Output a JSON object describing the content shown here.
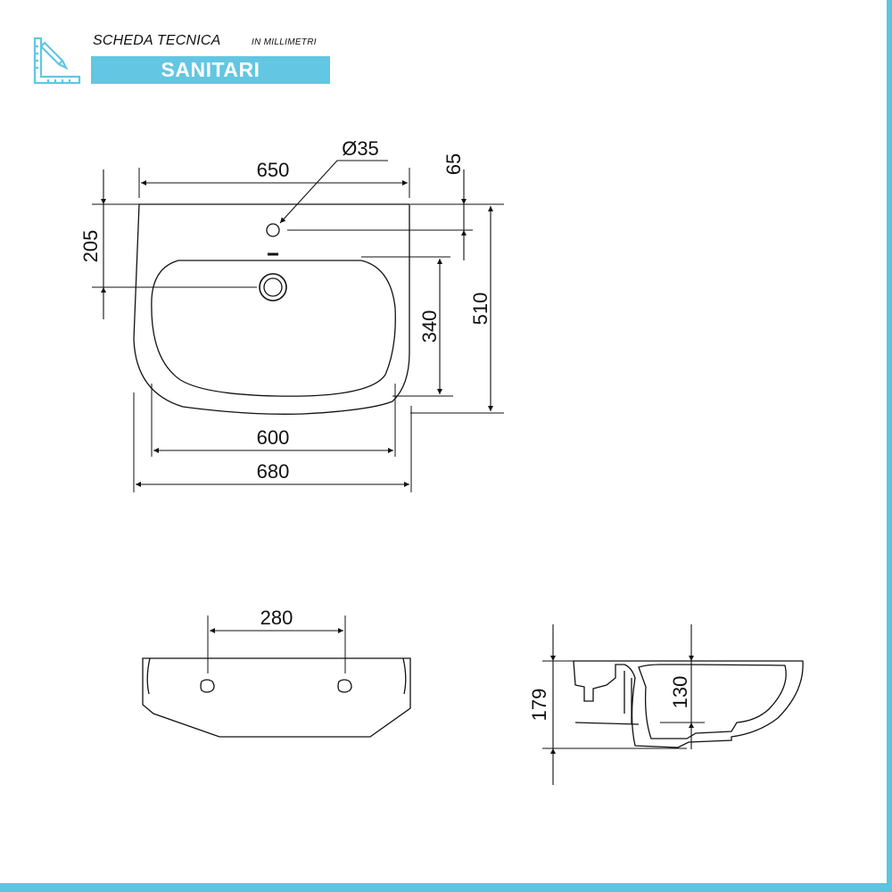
{
  "header": {
    "title": "SCHEDA TECNICA",
    "subtitle": "IN MILLIMETRI",
    "category": "SANITARI",
    "accent_color": "#63c6e2",
    "icon": "ruler-pencil-icon"
  },
  "dimensions": {
    "top_width": "650",
    "hole_diameter": "Ø35",
    "hole_offset": "65",
    "drain_offset": "205",
    "bowl_depth": "340",
    "total_depth": "510",
    "bowl_width": "600",
    "total_width": "680",
    "fixing_distance": "280",
    "total_height": "179",
    "bowl_height": "130"
  }
}
